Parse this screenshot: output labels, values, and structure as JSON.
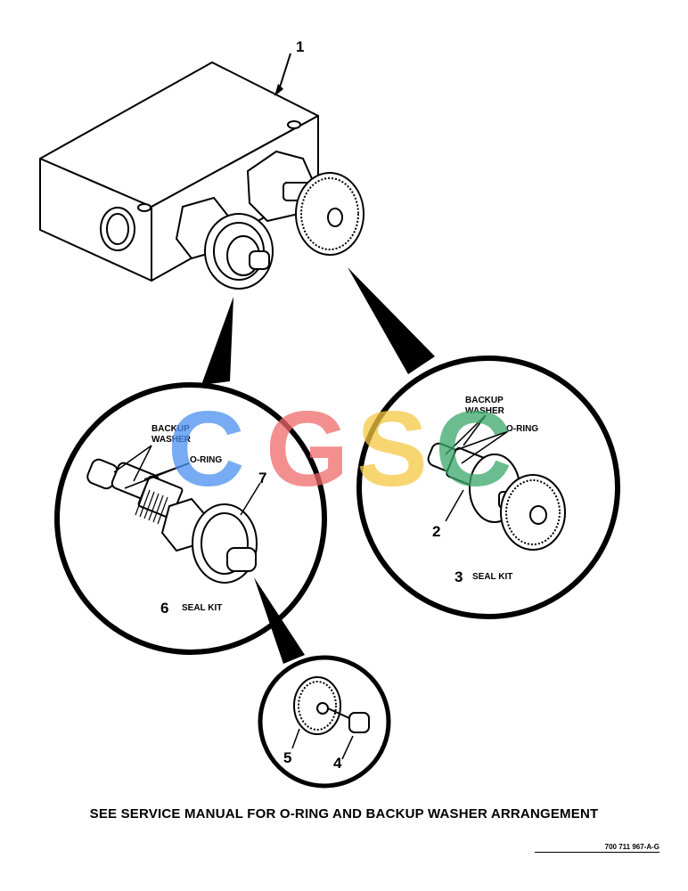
{
  "callouts": {
    "item_1": "1",
    "item_2": "2",
    "item_3": "3",
    "item_4": "4",
    "item_5": "5",
    "item_6": "6",
    "item_7": "7"
  },
  "detail_left": {
    "backup_washer_line1": "BACKUP",
    "backup_washer_line2": "WASHER",
    "o_ring": "O-RING",
    "seal_kit": "SEAL KIT"
  },
  "detail_right": {
    "backup_washer_line1": "BACKUP",
    "backup_washer_line2": "WASHER",
    "o_ring": "O-RING",
    "seal_kit": "SEAL KIT"
  },
  "watermark": {
    "letters": [
      "C",
      "G",
      "S",
      "C"
    ],
    "colors": [
      "#4a8ff0",
      "#f06a6a",
      "#f5c842",
      "#3aa86a"
    ]
  },
  "caption": "SEE SERVICE MANUAL FOR O-RING AND BACKUP WASHER ARRANGEMENT",
  "document_number": "700 711 967-A-G"
}
